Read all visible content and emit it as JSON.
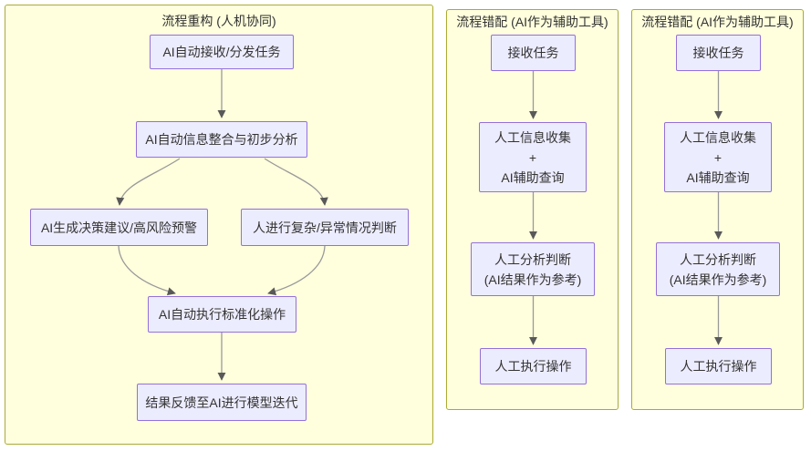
{
  "diagram": {
    "type": "flowchart",
    "panels": [
      {
        "title": "流程重构 (人机协同)",
        "nodes": [
          {
            "label": "AI自动接收/分发任务"
          },
          {
            "label": "AI自动信息整合与初步分析"
          },
          {
            "label": "AI生成决策建议/高风险预警"
          },
          {
            "label": "人进行复杂/异常情况判断"
          },
          {
            "label": "AI自动执行标准化操作"
          },
          {
            "label": "结果反馈至AI进行模型迭代"
          }
        ],
        "edges": [
          [
            0,
            1
          ],
          [
            1,
            2
          ],
          [
            1,
            3
          ],
          [
            2,
            4
          ],
          [
            3,
            4
          ],
          [
            4,
            5
          ]
        ]
      },
      {
        "title": "流程错配 (AI作为辅助工具)",
        "nodes": [
          {
            "label": "接收任务"
          },
          {
            "lines": [
              "人工信息收集",
              "+",
              "AI辅助查询"
            ]
          },
          {
            "lines": [
              "人工分析判断",
              "(AI结果作为参考)"
            ]
          },
          {
            "label": "人工执行操作"
          }
        ],
        "edges": [
          [
            0,
            1
          ],
          [
            1,
            2
          ],
          [
            2,
            3
          ]
        ]
      },
      {
        "title": "流程错配 (AI作为辅助工具)",
        "nodes": [
          {
            "label": "接收任务"
          },
          {
            "lines": [
              "人工信息收集",
              "+",
              "AI辅助查询"
            ]
          },
          {
            "lines": [
              "人工分析判断",
              "(AI结果作为参考)"
            ]
          },
          {
            "label": "人工执行操作"
          }
        ],
        "edges": [
          [
            0,
            1
          ],
          [
            1,
            2
          ],
          [
            2,
            3
          ]
        ]
      }
    ]
  },
  "colors": {
    "canvas_bg": "#ffffff",
    "panel_bg": "#ffffde",
    "panel_border": "#aaaa33",
    "node_bg": "#ececff",
    "node_border": "#9370db",
    "edge_line": "#999999",
    "arrowhead": "#595959",
    "text": "#333333"
  }
}
